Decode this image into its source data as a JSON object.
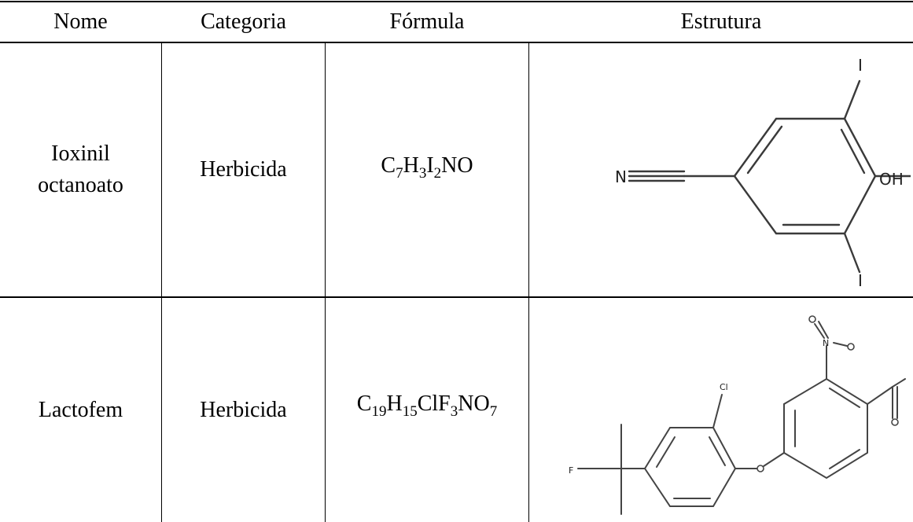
{
  "table": {
    "headers": [
      "Nome",
      "Categoria",
      "Fórmula",
      "Estrutura"
    ],
    "rows": [
      {
        "nome_line1": "Ioxinil",
        "nome_line2": "octanoato",
        "categoria": "Herbicida",
        "formula": {
          "c": "C",
          "c_n": "7",
          "h": "H",
          "h_n": "3",
          "i": "I",
          "i_n": "2",
          "rest": "NO"
        },
        "structure_labels": {
          "n": "N",
          "oh": "OH",
          "i_top": "I",
          "i_bottom": "I"
        }
      },
      {
        "nome": "Lactofem",
        "categoria": "Herbicida",
        "formula": {
          "c": "C",
          "c_n": "19",
          "h": "H",
          "h_n": "15",
          "cl": "ClF",
          "f_n": "3",
          "n": "NO",
          "o_n": "7"
        },
        "structure_labels": {
          "cl": "Cl",
          "n_plus": "N",
          "f": "F"
        }
      }
    ]
  }
}
